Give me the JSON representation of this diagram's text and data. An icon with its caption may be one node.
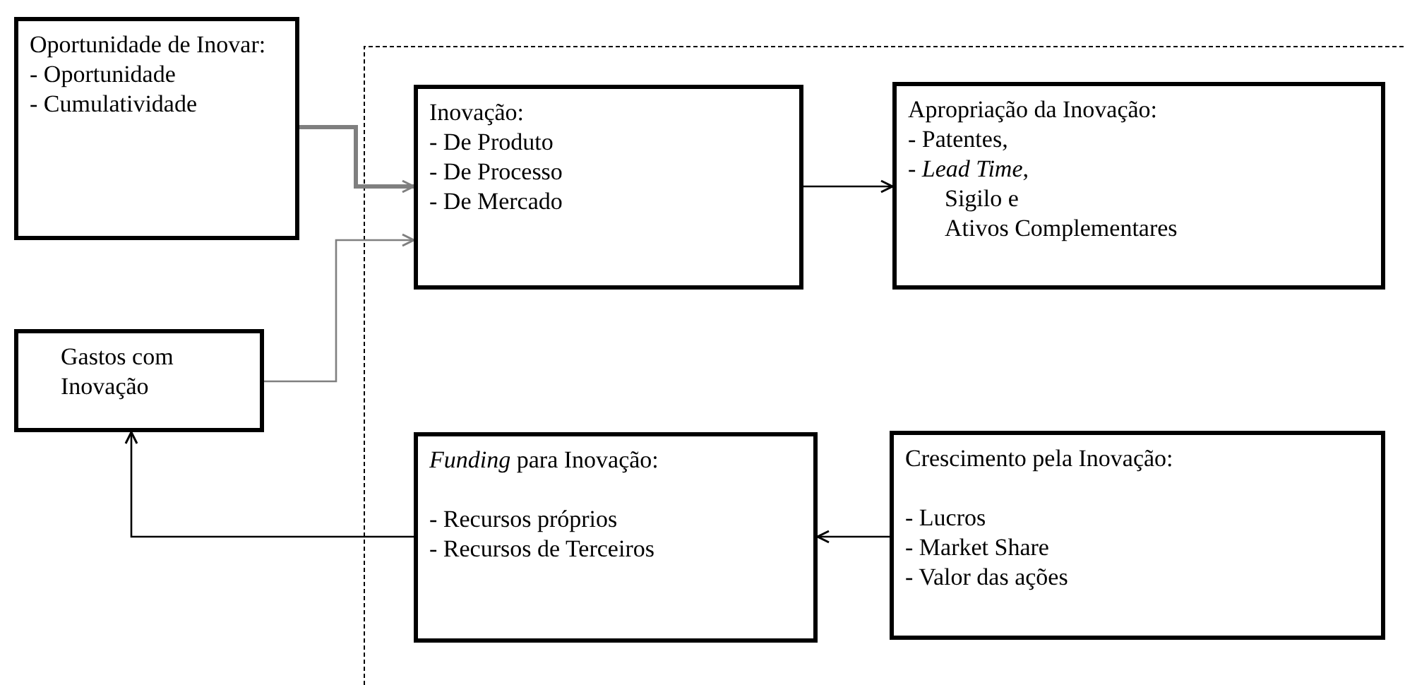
{
  "diagram": {
    "nodes": [
      {
        "text": [
          "Oportunidade de Inovar:",
          "- Oportunidade",
          "- Cumulatividade"
        ]
      },
      {
        "text": [
          "Gastos com Inovação"
        ]
      },
      {
        "text": [
          "Inovação:",
          "- De Produto",
          "- De Processo",
          "- De Mercado"
        ]
      },
      {
        "text": [
          "Apropriação da Inovação:",
          "- Patentes,",
          "- *Lead Time*,",
          "Sigilo e",
          "Ativos Complementares"
        ]
      },
      {
        "text": [
          "*Funding* para Inovação:",
          "- Recursos próprios",
          "- Recursos de Terceiros"
        ]
      },
      {
        "text": [
          "Crescimento pela Inovação:",
          "- Lucros",
          "- Market Share",
          "- Valor das ações"
        ]
      }
    ],
    "edges": [
      {
        "from": 0,
        "to": 2,
        "arrow": "to",
        "style": "thick",
        "color": "#7f7f7f"
      },
      {
        "from": 1,
        "to": 2,
        "arrow": "to",
        "color": "#7f7f7f"
      },
      {
        "from": 2,
        "to": 3,
        "arrow": "to"
      },
      {
        "from": 5,
        "to": 4,
        "arrow": "to"
      },
      {
        "from": 4,
        "to": 1,
        "arrow": "to"
      }
    ]
  }
}
